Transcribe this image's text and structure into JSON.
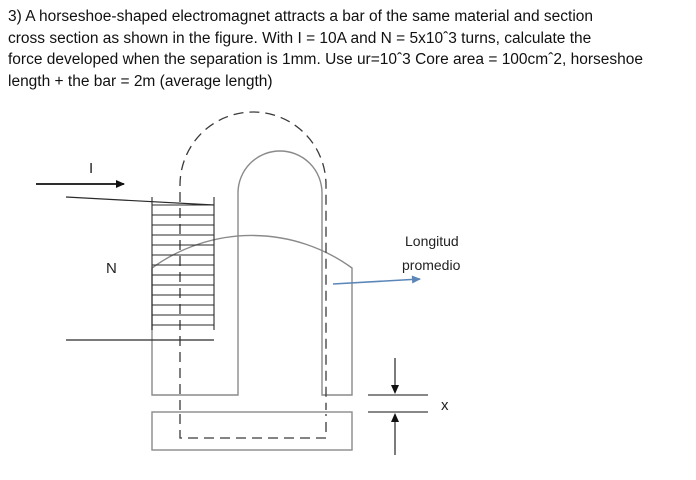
{
  "problem": {
    "lines": [
      "3) A horseshoe-shaped electromagnet attracts a bar of the same material and section",
      "cross section as shown in the figure. With I = 10A and N = 5x10ˆ3 turns, calculate the",
      "force developed when the separation is 1mm. Use ur=10ˆ3 Core area = 100cmˆ2, horseshoe",
      "length + the bar = 2m (average length)"
    ]
  },
  "figure": {
    "current_label": "I",
    "turns_label": "N",
    "mean_length_label_line1": "Longitud",
    "mean_length_label_line2": "promedio",
    "gap_label": "x",
    "colors": {
      "outline": "#8a8a8a",
      "dashed_path": "#3a3a3a",
      "wire": "#2a2a2a",
      "pointer": "#5b86b8"
    }
  }
}
